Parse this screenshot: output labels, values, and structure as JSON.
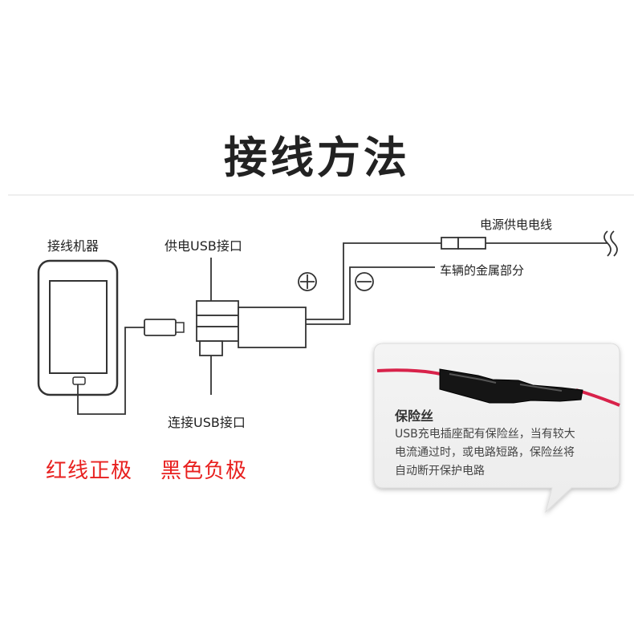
{
  "title": "接线方法",
  "labels": {
    "device": "接线机器",
    "power_usb_port": "供电USB接口",
    "connect_usb_port": "连接USB接口",
    "power_supply_wire": "电源供电电线",
    "vehicle_metal": "车辆的金属部分",
    "red_positive": "红线正极",
    "black_negative": "黑色负极"
  },
  "symbols": {
    "plus": "⊕",
    "minus": "⊖"
  },
  "fuse_callout": {
    "title": "保险丝",
    "lines": [
      "USB充电插座配有保险丝，当有较大",
      "电流通过时，或电路短路，保险丝将",
      "自动断开保护电路"
    ]
  },
  "colors": {
    "red_label": "#e8201f",
    "line": "#333333",
    "wire_red": "#d8224a",
    "fuse_body": "#151515"
  }
}
